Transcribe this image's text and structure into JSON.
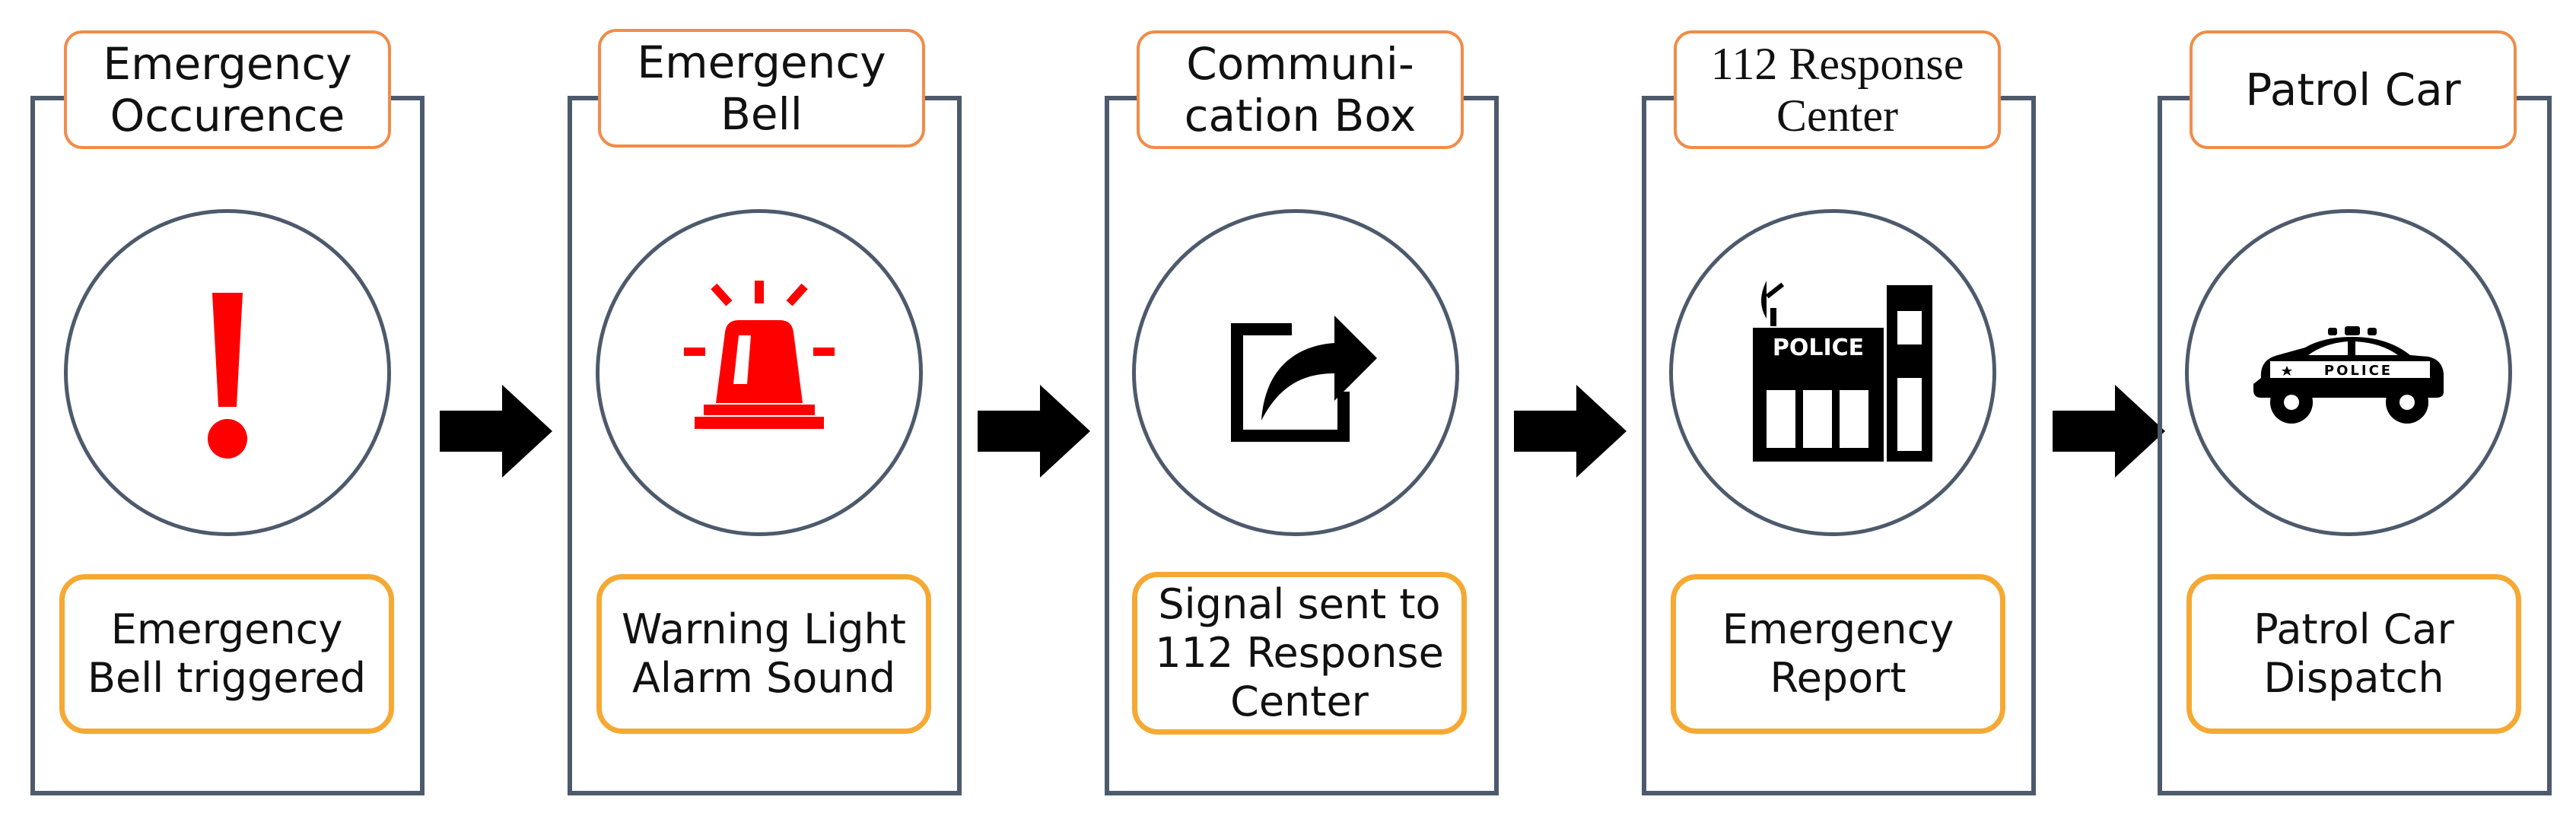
{
  "colors": {
    "panel_border": "#4d5a6c",
    "title_border": "#f08c4a",
    "desc_border": "#f5a933",
    "alert_red": "#ff0000",
    "icon_black": "#000000"
  },
  "steps": [
    {
      "title": "Emergency\nOccurence",
      "icon": "exclamation-icon",
      "description": "Emergency\nBell triggered"
    },
    {
      "title": "Emergency\nBell",
      "icon": "siren-light-icon",
      "description": "Warning Light\nAlarm Sound"
    },
    {
      "title": "Communi-\ncation Box",
      "icon": "share-arrow-icon",
      "description": "Signal sent to\n112 Response\nCenter"
    },
    {
      "title": "112 Response\nCenter",
      "icon": "police-station-icon",
      "description": "Emergency\nReport",
      "police_sign": "POLICE"
    },
    {
      "title": "Patrol Car",
      "icon": "police-car-icon",
      "description": "Patrol Car\nDispatch",
      "police_sign": "POLICE"
    }
  ]
}
